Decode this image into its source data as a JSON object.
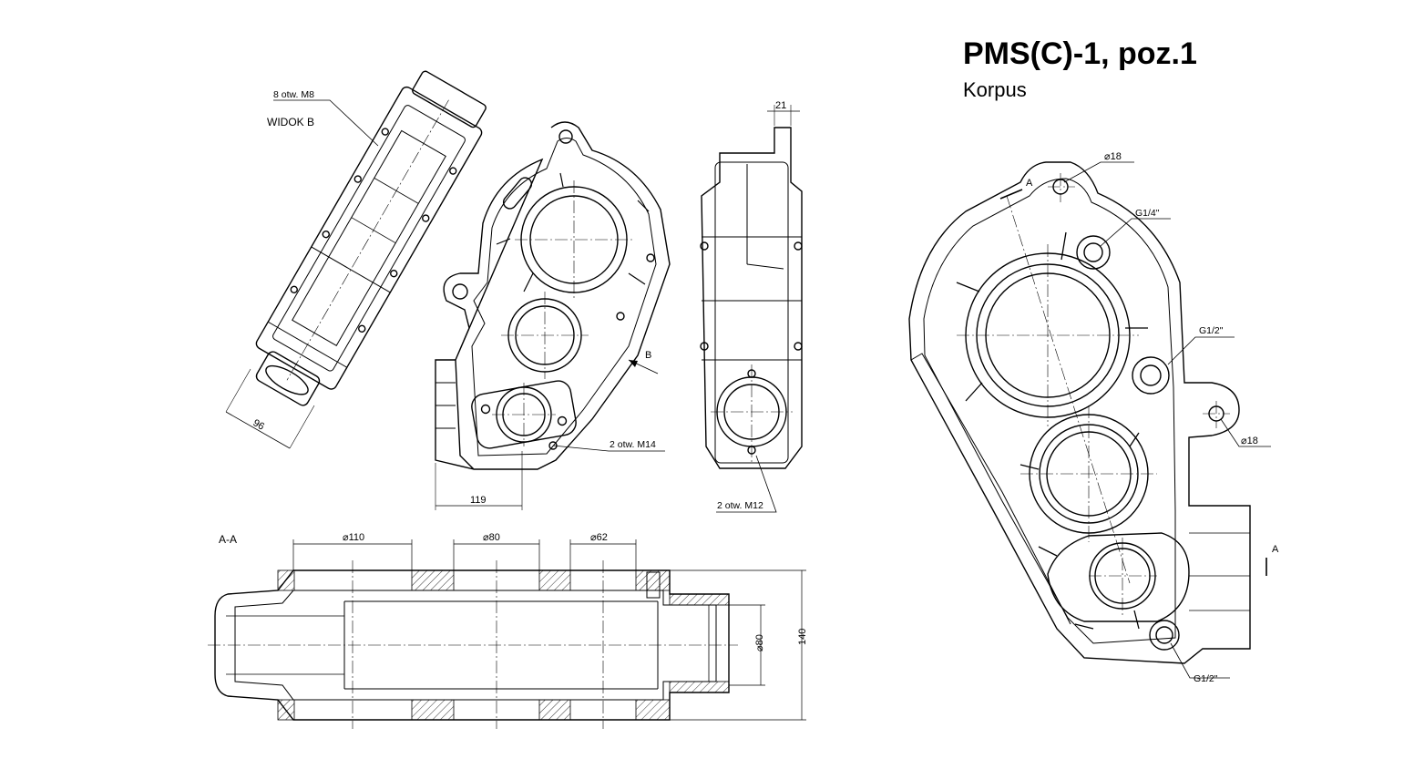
{
  "title": "PMS(C)-1, poz.1",
  "subtitle": "Korpus",
  "view_labels": {
    "widok_b": "WIDOK B",
    "section_aa": "A-A",
    "arrow_b": "B",
    "arrow_a_top": "A",
    "arrow_a_side": "A"
  },
  "annotations": {
    "holes_m8": "8 otw. M8",
    "holes_m14": "2 otw. M14",
    "holes_m12": "2 otw. M12",
    "dia_18_top": "⌀18",
    "dia_18_right": "⌀18",
    "g14": "G1/4\"",
    "g12_upper": "G1/2\"",
    "g12_lower": "G1/2\""
  },
  "dimensions": {
    "d96": "96",
    "d119": "119",
    "d21": "21",
    "d110": "⌀110",
    "d80_top": "⌀80",
    "d62": "⌀62",
    "d80_side": "⌀80",
    "d140": "140"
  }
}
